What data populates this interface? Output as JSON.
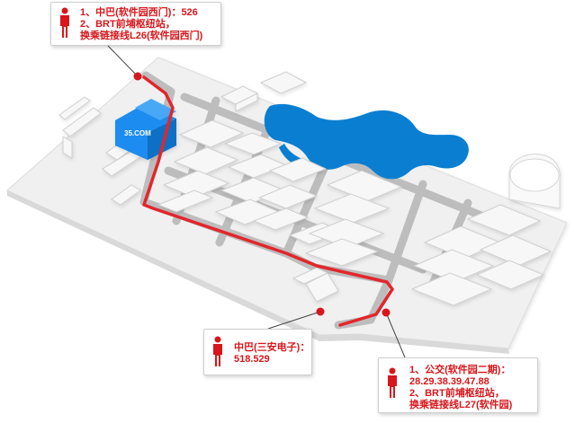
{
  "map": {
    "building_label": "35.COM",
    "colors": {
      "route": "#e2262b",
      "water": "#0a7fd1",
      "highlight_building": "#1a8cf0",
      "building": "#f7f7f7",
      "ground": "#f1f1f1",
      "stop": "#d8161b",
      "callout_text": "#d8161b"
    }
  },
  "callouts": {
    "west_gate": {
      "icon": "person-icon",
      "lines": [
        "1、中巴(软件园西门)：526",
        "2、BRT前埔枢纽站，",
        "换乘链接线L26(软件园西门)"
      ]
    },
    "sanan": {
      "icon": "person-icon",
      "lines": [
        "中巴(三安电子)：",
        "518.529"
      ]
    },
    "phase2": {
      "icon": "person-icon",
      "lines": [
        "1、公交(软件园二期)：",
        "28.29.38.39.47.88",
        "2、BRT前埔枢纽站，",
        "换乘链接线L27(软件园)"
      ]
    }
  }
}
